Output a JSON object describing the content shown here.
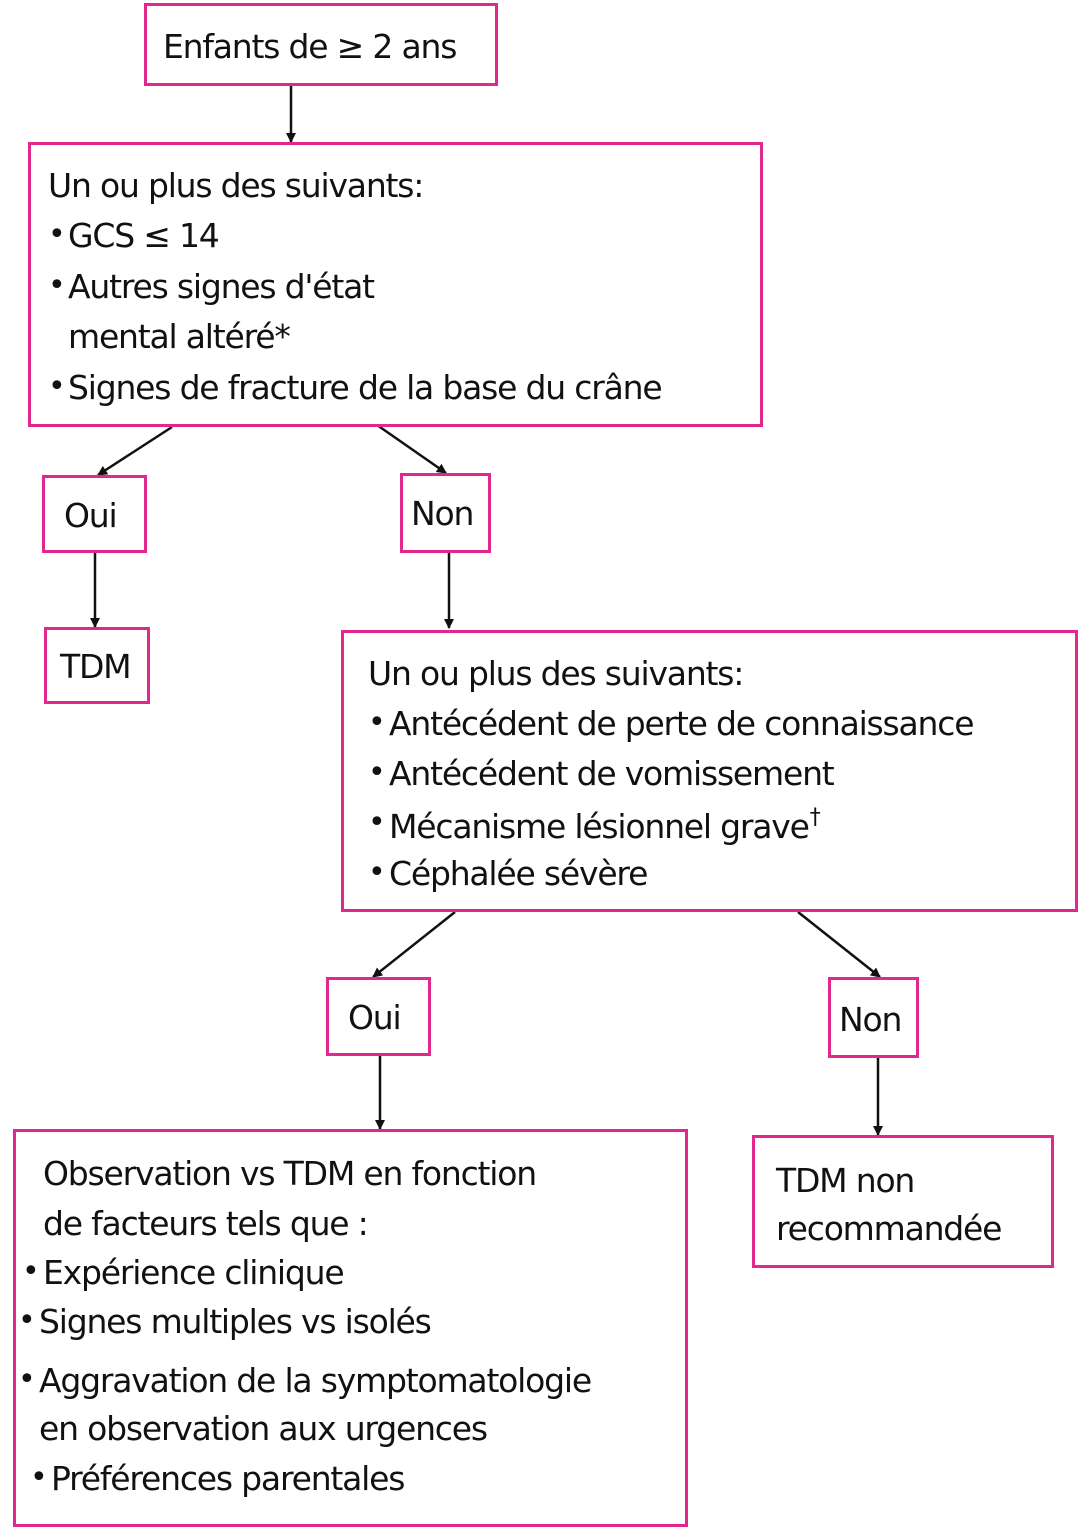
{
  "start": {
    "label": "Enfants de ≥ 2 ans"
  },
  "criteria1": {
    "heading": "Un ou plus des suivants:",
    "items": [
      "GCS ≤ 14",
      "Autres signes d'état",
      "mental altéré*",
      "Signes de fracture de la base du crâne"
    ]
  },
  "branch1": {
    "yes_label": "Oui",
    "no_label": "Non"
  },
  "result_ct": {
    "label": "TDM"
  },
  "criteria2": {
    "heading": "Un ou plus des suivants:",
    "items": [
      "Antécédent de perte de connaissance",
      "Antécédent de vomissement",
      "Mécanisme lésionnel grave",
      "Céphalée sévère"
    ],
    "dagger": "†"
  },
  "branch2": {
    "yes_label": "Oui",
    "no_label": "Non"
  },
  "observation": {
    "line1": "Observation vs TDM en fonction",
    "line2": "de facteurs tels que :",
    "items": [
      "Expérience clinique",
      "Signes multiples vs isolés",
      "Aggravation de la symptomatologie",
      "en observation aux urgences",
      "Préférences parentales"
    ]
  },
  "no_ct": {
    "line1": "TDM non",
    "line2": "recommandée"
  },
  "colors": {
    "border": "#e0288f",
    "text": "#111111",
    "arrow": "#111111"
  }
}
